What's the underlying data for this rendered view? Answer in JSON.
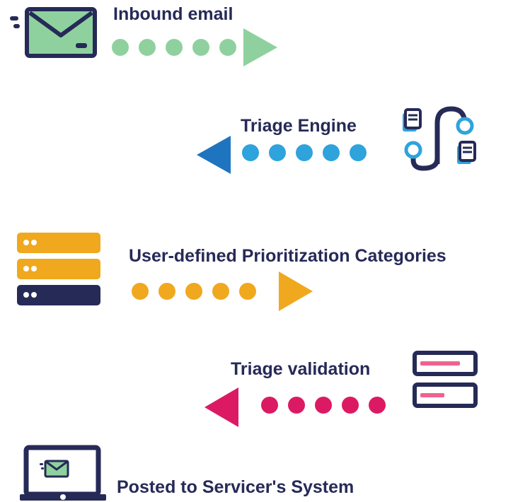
{
  "steps": [
    {
      "label": "Inbound email",
      "color": "#8fd19e",
      "direction": "right",
      "icon": "envelope-icon"
    },
    {
      "label": "Triage Engine",
      "color": "#2ea3dc",
      "arrow_color": "#1f74bf",
      "direction": "left",
      "icon": "workflow-path-icon"
    },
    {
      "label": "User-defined Prioritization Categories",
      "color": "#f0a81e",
      "direction": "right",
      "icon": "server-stack-icon"
    },
    {
      "label": "Triage validation",
      "color": "#dc1a64",
      "direction": "left",
      "icon": "form-fields-icon"
    },
    {
      "label": "Posted to Servicer's System",
      "direction": "none",
      "icon": "laptop-mail-icon"
    }
  ],
  "colors": {
    "navy": "#262a57",
    "green": "#8fd19e",
    "blue": "#2ea3dc",
    "blue_dark": "#1f74bf",
    "orange": "#f0a81e",
    "pink": "#dc1a64",
    "pink_light": "#f0628e"
  }
}
